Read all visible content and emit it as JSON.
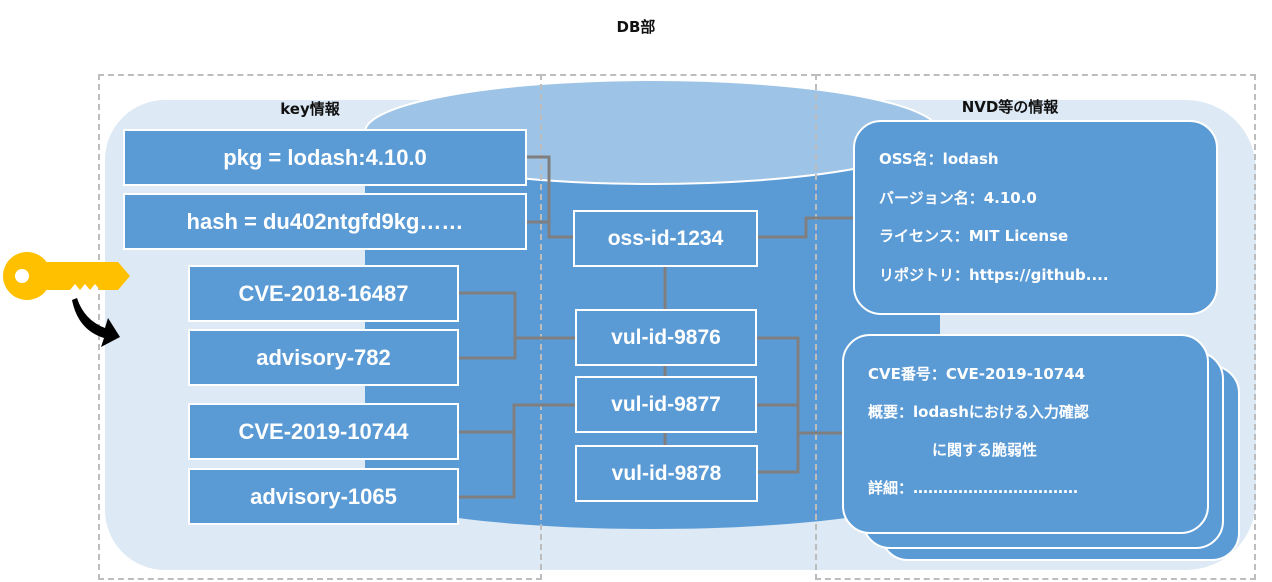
{
  "title": "DB部",
  "sections": {
    "key_label": "key情報",
    "nvd_label": "NVD等の情報"
  },
  "key_items": {
    "pkg": "pkg = lodash:4.10.0",
    "hash": "hash = du402ntgfd9kg……",
    "cve1": "CVE-2018-16487",
    "adv1": "advisory-782",
    "cve2": "CVE-2019-10744",
    "adv2": "advisory-1065"
  },
  "db_ids": {
    "oss": "oss-id-1234",
    "vul1": "vul-id-9876",
    "vul2": "vul-id-9877",
    "vul3": "vul-id-9878"
  },
  "oss_info": {
    "name": "OSS名：lodash",
    "version": "バージョン名：4.10.0",
    "license": "ライセンス：MIT License",
    "repo": "リポジトリ：https://github...."
  },
  "cve_info": {
    "number": "CVE番号：CVE-2019-10744",
    "summary_1": "概要：lodashにおける入力確認",
    "summary_2": "に関する脆弱性",
    "detail": "詳細：……………………………"
  },
  "icons": {
    "key": "key-icon",
    "arrow": "curved-arrow-icon"
  },
  "colors": {
    "box_blue": "#5b9bd5",
    "cylinder_top": "#9dc3e6",
    "panel_bg": "#dde9f5",
    "key_gold": "#ffc000",
    "connector": "#7f7f7f"
  }
}
